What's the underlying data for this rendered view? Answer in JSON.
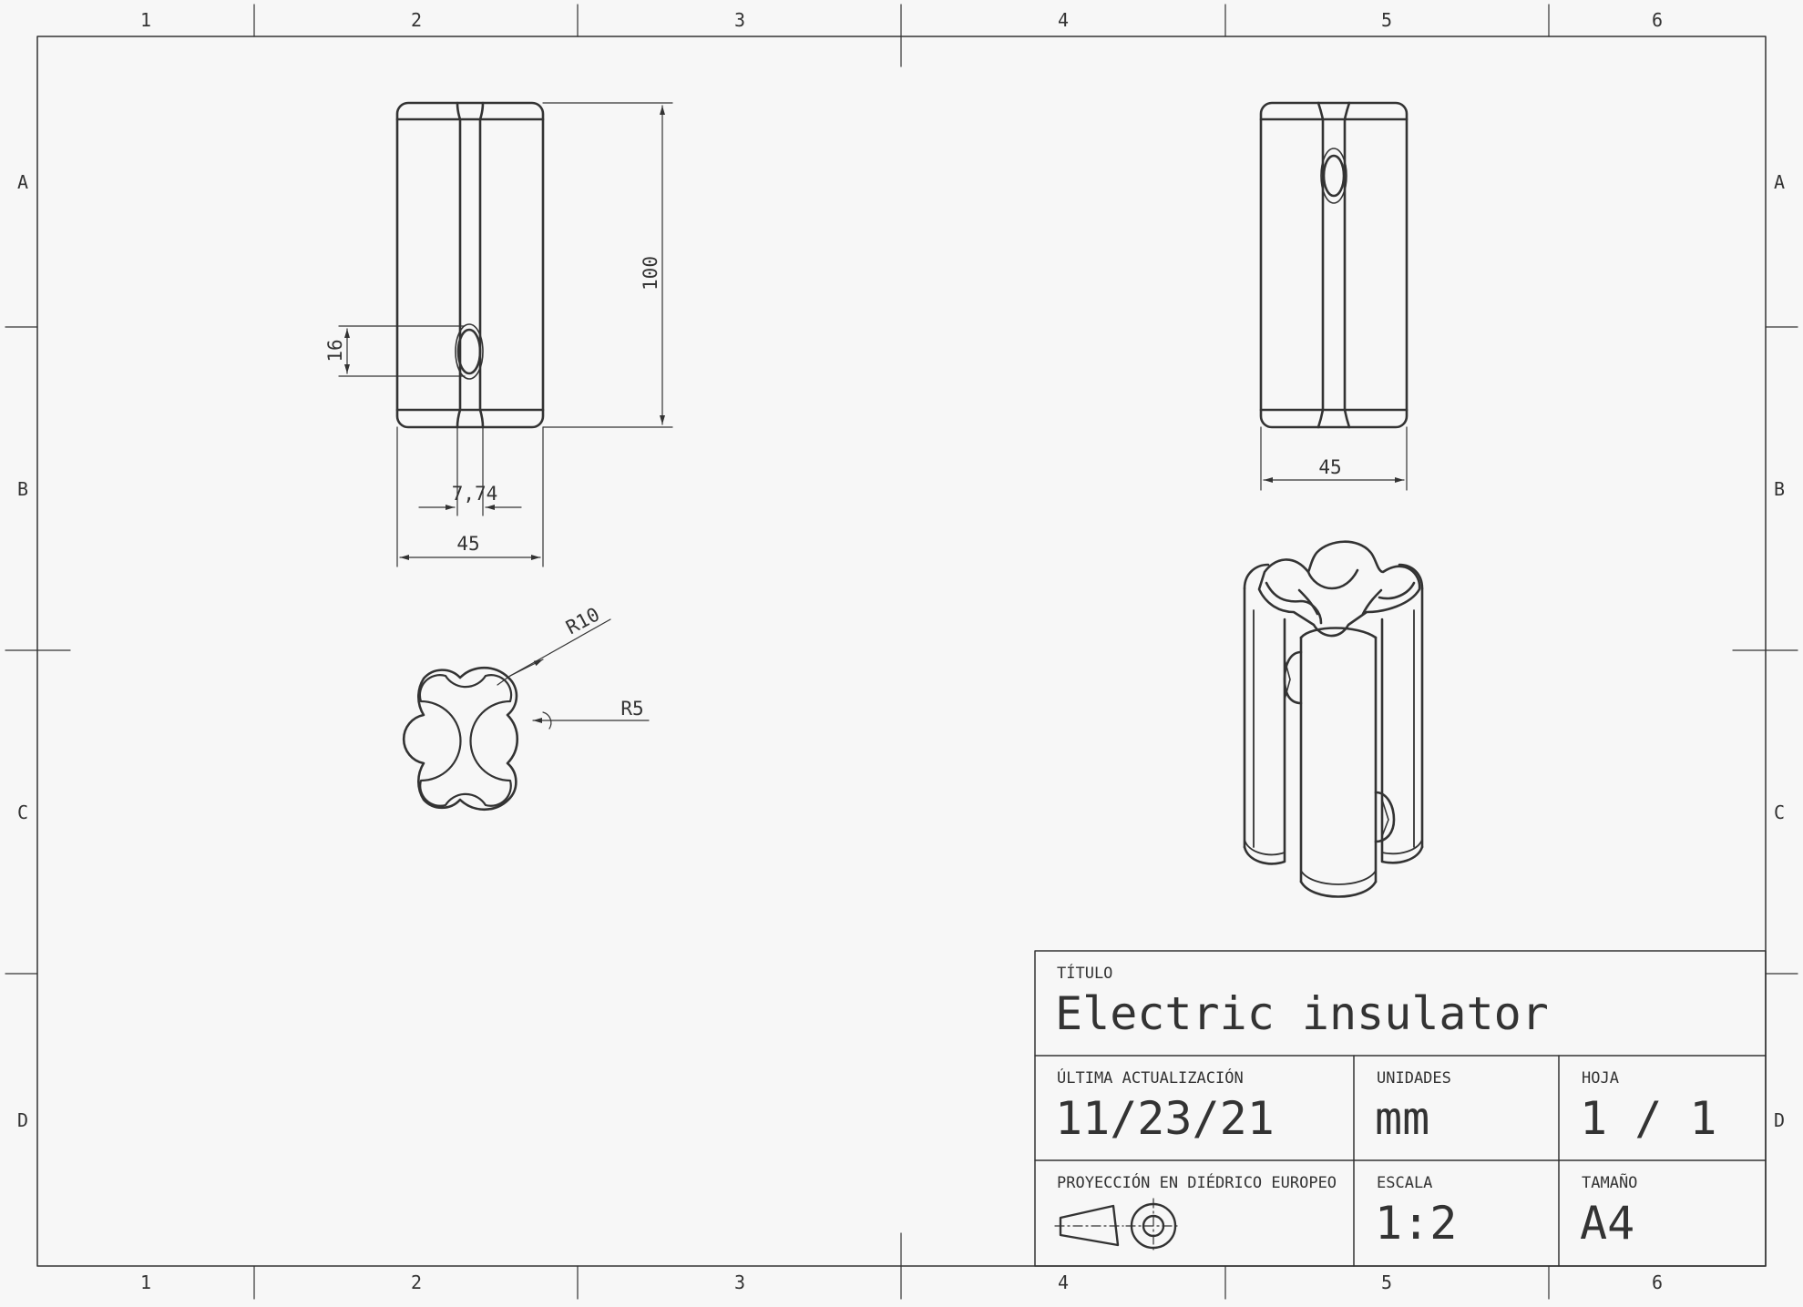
{
  "border": {
    "columns": [
      "1",
      "2",
      "3",
      "4",
      "5",
      "6"
    ],
    "rows": [
      "A",
      "B",
      "C",
      "D"
    ]
  },
  "dimensions": {
    "height": "100",
    "hole_height": "16",
    "slot_width": "7,74",
    "front_width": "45",
    "side_width": "45",
    "outer_radius": "R10",
    "inner_radius": "R5"
  },
  "title_block": {
    "title_label": "TÍTULO",
    "title": "Electric insulator",
    "updated_label": "ÚLTIMA ACTUALIZACIÓN",
    "updated": "11/23/21",
    "units_label": "UNIDADES",
    "units": "mm",
    "sheet_label": "HOJA",
    "sheet": "1 / 1",
    "projection_label": "PROYECCIÓN EN DIÉDRICO EUROPEO",
    "scale_label": "ESCALA",
    "scale": "1:2",
    "size_label": "TAMAÑO",
    "size": "A4"
  },
  "colors": {
    "ink": "#333333",
    "paper": "#f7f7f7"
  }
}
